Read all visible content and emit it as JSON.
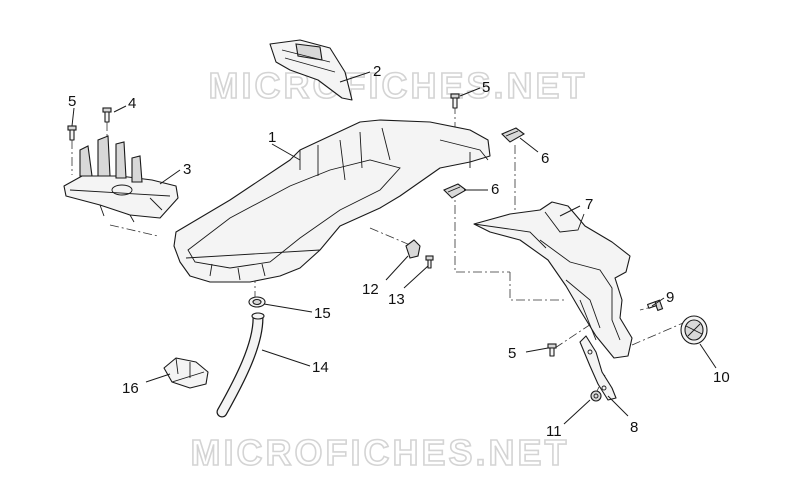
{
  "watermark": {
    "top": "MICROFICHES.NET",
    "bottom": "MICROFICHES.NET"
  },
  "callouts": {
    "c1": "1",
    "c2": "2",
    "c3": "3",
    "c4": "4",
    "c5a": "5",
    "c5b": "5",
    "c5c": "5",
    "c6a": "6",
    "c6b": "6",
    "c7": "7",
    "c8": "8",
    "c9": "9",
    "c10": "10",
    "c11": "11",
    "c12": "12",
    "c13": "13",
    "c14": "14",
    "c15": "15",
    "c16": "16"
  }
}
